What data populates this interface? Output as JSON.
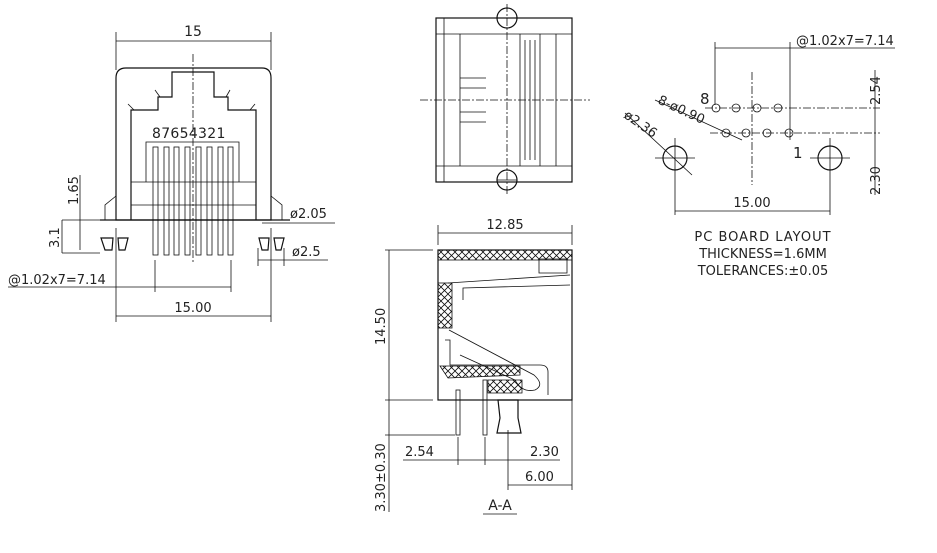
{
  "front_view": {
    "width_top": "15",
    "pin_numbers": "87654321",
    "dim_1_65": "1.65",
    "dim_3_1": "3.1",
    "dim_hole_2_05": "ø2.05",
    "dim_hole_2_5": "ø2.5",
    "pitch": "@1.02x7=7.14",
    "width_bottom": "15.00"
  },
  "section_view": {
    "depth": "12.85",
    "height": "14.50",
    "pin_length": "3.30±0.30",
    "dim_2_54": "2.54",
    "dim_2_30": "2.30",
    "dim_6_00": "6.00",
    "label": "A-A"
  },
  "pcb_layout": {
    "pitch": "@1.02x7=7.14",
    "pin_holes": "8-ø0.90",
    "post_hole": "ø2.36",
    "pin8": "8",
    "pin1": "1",
    "row_spacing": "2.54",
    "post_offset": "2.30",
    "post_spacing": "15.00",
    "title": "PC BOARD LAYOUT",
    "thickness": "THICKNESS=1.6MM",
    "tolerances": "TOLERANCES:±0.05"
  }
}
